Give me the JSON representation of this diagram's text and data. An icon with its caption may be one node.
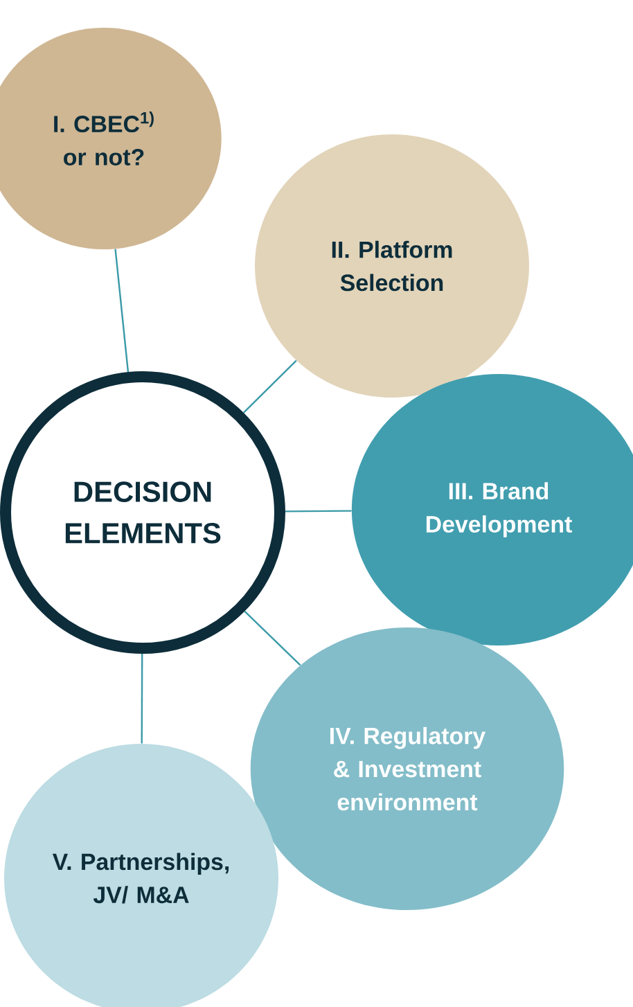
{
  "diagram": {
    "nodes": [
      {
        "text": [
          "I. CBEC$^{1)}$ or not?"
        ]
      },
      {
        "text": [
          "II. Platform Selection"
        ]
      },
      {
        "text": [
          "DECISION ELEMENTS"
        ]
      },
      {
        "text": [
          "III. Brand Development"
        ]
      },
      {
        "text": [
          "IV. Regulatory & Investment environment"
        ]
      },
      {
        "text": [
          "V. Partnerships, JV/ M&A"
        ]
      }
    ],
    "edges": [
      {
        "from": 2,
        "to": 0,
        "arrow": "none"
      },
      {
        "from": 2,
        "to": 1,
        "arrow": "none"
      },
      {
        "from": 2,
        "to": 3,
        "arrow": "none"
      },
      {
        "from": 2,
        "to": 4,
        "arrow": "none"
      },
      {
        "from": 2,
        "to": 5,
        "arrow": "none"
      }
    ]
  }
}
